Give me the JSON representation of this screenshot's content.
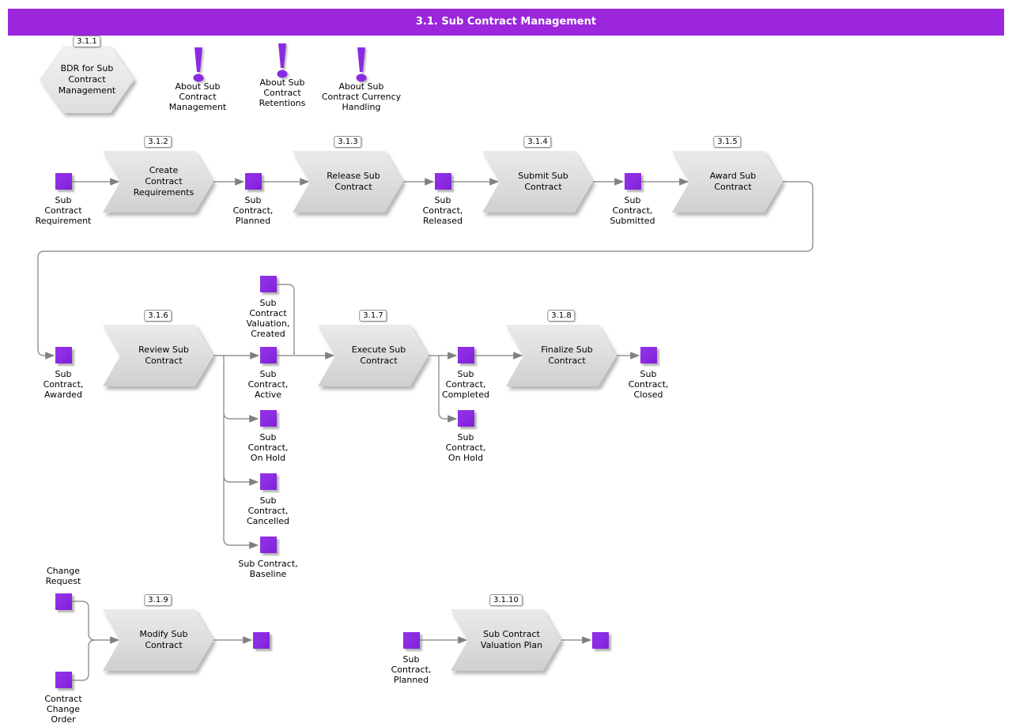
{
  "header": {
    "title": "3.1. Sub Contract Management"
  },
  "colors": {
    "header_bg": "#9b26db",
    "node_purple": "#8a2be2",
    "shape_gray": "#dcdcdc",
    "line_gray": "#808080"
  },
  "hexagon": {
    "tag": "3.1.1",
    "label": "BDR for Sub\nContract\nManagement"
  },
  "notes": [
    {
      "label": "About Sub\nContract\nManagement"
    },
    {
      "label": "About Sub\nContract\nRetentions"
    },
    {
      "label": "About Sub\nContract Currency\nHandling"
    }
  ],
  "processes": {
    "create": {
      "tag": "3.1.2",
      "label": "Create\nContract\nRequirements"
    },
    "release": {
      "tag": "3.1.3",
      "label": "Release Sub\nContract"
    },
    "submit": {
      "tag": "3.1.4",
      "label": "Submit Sub\nContract"
    },
    "award": {
      "tag": "3.1.5",
      "label": "Award Sub\nContract"
    },
    "review": {
      "tag": "3.1.6",
      "label": "Review Sub\nContract"
    },
    "execute": {
      "tag": "3.1.7",
      "label": "Execute Sub\nContract"
    },
    "finalize": {
      "tag": "3.1.8",
      "label": "Finalize Sub\nContract"
    },
    "modify": {
      "tag": "3.1.9",
      "label": "Modify Sub\nContract"
    },
    "valuation_plan": {
      "tag": "3.1.10",
      "label": "Sub Contract\nValuation Plan"
    }
  },
  "states": {
    "requirement": {
      "label": "Sub\nContract\nRequirement"
    },
    "planned": {
      "label": "Sub\nContract,\nPlanned"
    },
    "released": {
      "label": "Sub\nContract,\nReleased"
    },
    "submitted": {
      "label": "Sub\nContract,\nSubmitted"
    },
    "awarded": {
      "label": "Sub\nContract,\nAwarded"
    },
    "valuation_created": {
      "label": "Sub\nContract\nValuation,\nCreated"
    },
    "active": {
      "label": "Sub\nContract,\nActive"
    },
    "on_hold": {
      "label": "Sub\nContract,\nOn Hold"
    },
    "cancelled": {
      "label": "Sub\nContract,\nCancelled"
    },
    "baseline": {
      "label": "Sub Contract,\nBaseline"
    },
    "completed": {
      "label": "Sub\nContract,\nCompleted"
    },
    "on_hold2": {
      "label": "Sub\nContract,\nOn Hold"
    },
    "closed": {
      "label": "Sub\nContract,\nClosed"
    },
    "change_request": {
      "label": "Change\nRequest"
    },
    "change_order": {
      "label": "Contract\nChange\nOrder"
    },
    "planned2": {
      "label": "Sub\nContract,\nPlanned"
    }
  }
}
